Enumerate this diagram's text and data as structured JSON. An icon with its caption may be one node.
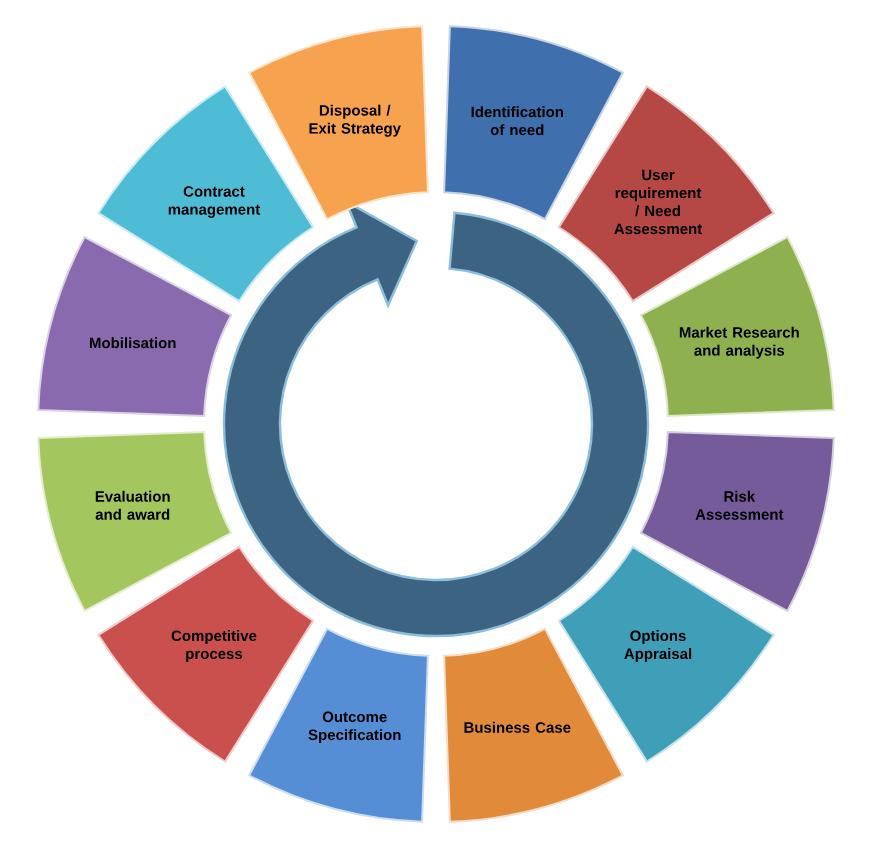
{
  "diagram": {
    "nodes": [
      {
        "text": [
          "Identification of need"
        ]
      },
      {
        "text": [
          "User requirement / Need Assessment"
        ]
      },
      {
        "text": [
          "Market Research and analysis"
        ]
      },
      {
        "text": [
          "Risk Assessment"
        ]
      },
      {
        "text": [
          "Options Appraisal"
        ]
      },
      {
        "text": [
          "Business Case"
        ]
      },
      {
        "text": [
          "Outcome Specification"
        ]
      },
      {
        "text": [
          "Competitive process"
        ]
      },
      {
        "text": [
          "Evaluation and award"
        ]
      },
      {
        "text": [
          "Mobilisation"
        ]
      },
      {
        "text": [
          "Contract management"
        ]
      },
      {
        "text": [
          "Disposal / Exit Strategy"
        ]
      }
    ]
  }
}
